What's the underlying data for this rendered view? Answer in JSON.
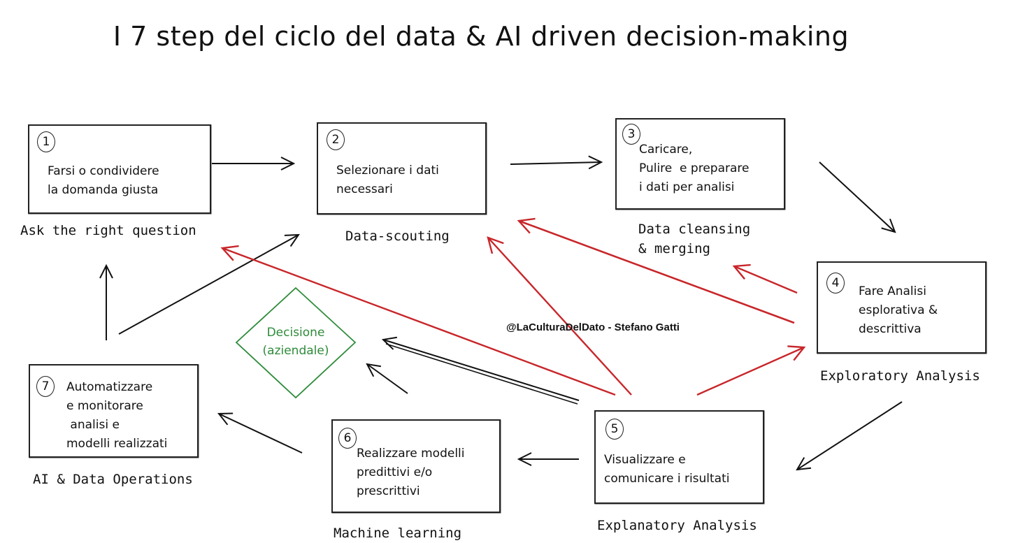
{
  "title": "I 7 step del ciclo del data & AI driven decision-making",
  "credit": "@LaCulturaDelDato - Stefano Gatti",
  "decision": {
    "text": "Decisione\n(aziendale)",
    "color": "#2e8b3a"
  },
  "colors": {
    "black_arrow": "#111111",
    "red_arrow": "#c8262a",
    "decision": "#2e8b3a"
  },
  "steps": [
    {
      "number": "1",
      "text": "Farsi o condividere\nla domanda giusta",
      "label": "Ask the right question"
    },
    {
      "number": "2",
      "text": "Selezionare i dati\nnecessari",
      "label": "Data-scouting"
    },
    {
      "number": "3",
      "text": "Caricare,\nPulire  e preparare\ni dati per analisi",
      "label": "Data cleansing\n& merging"
    },
    {
      "number": "4",
      "text": "Fare Analisi\nesplorativa &\ndescrittiva",
      "label": "Exploratory Analysis"
    },
    {
      "number": "5",
      "text": "Visualizzare e\ncomunicare i risultati",
      "label": "Explanatory Analysis"
    },
    {
      "number": "6",
      "text": "Realizzare modelli\npredittivi e/o\nprescrittivi",
      "label": "Machine learning"
    },
    {
      "number": "7",
      "text": "Automatizzare\ne monitorare\n analisi e\nmodelli realizzati",
      "label": "AI & Data Operations"
    }
  ]
}
